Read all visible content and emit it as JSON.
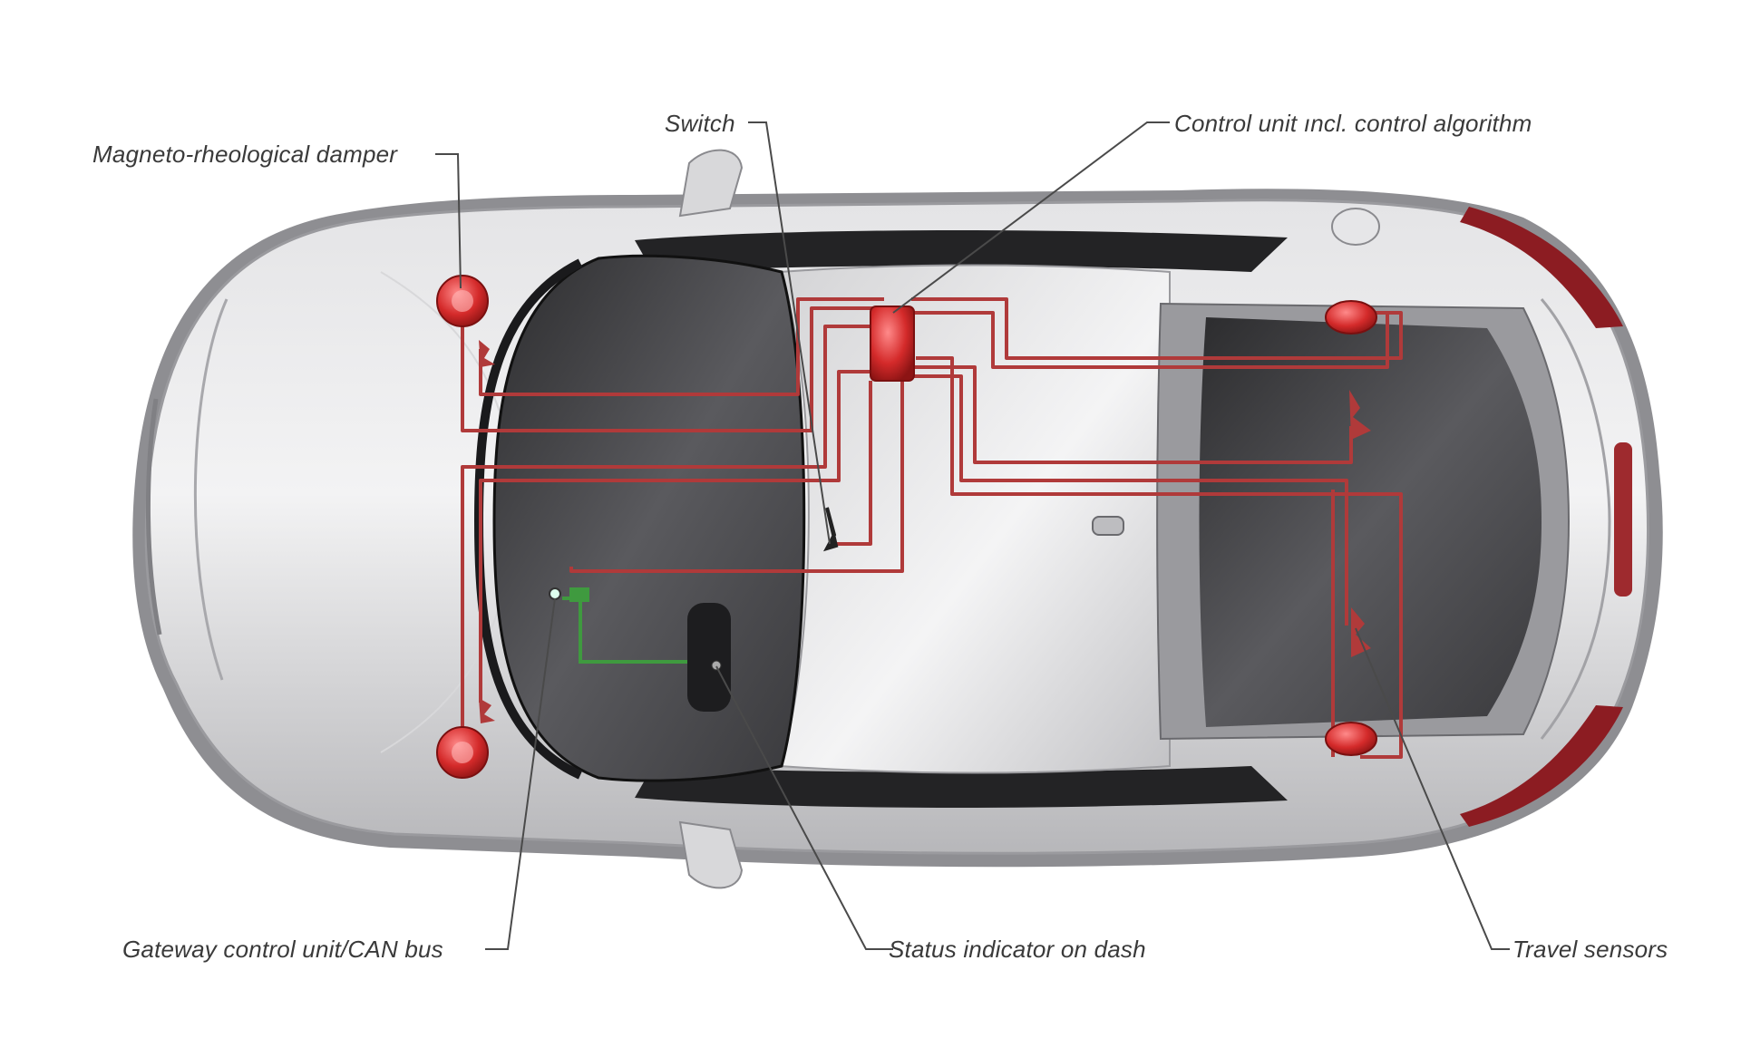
{
  "labels": {
    "switch": "Switch",
    "control_unit": "Control unit ıncl. control algorithm",
    "damper": "Magneto-rheological damper",
    "gateway": "Gateway control unit/CAN bus",
    "status_indicator": "Status indicator on dash",
    "travel_sensors": "Travel sensors"
  },
  "colors": {
    "car_body": "#c9c9cc",
    "wiring": "#b03a3a",
    "component": "#d42a2a",
    "can_bus": "#3f9a3f",
    "glass": "#3a3a3c",
    "leader_line": "#4a4a4a"
  }
}
